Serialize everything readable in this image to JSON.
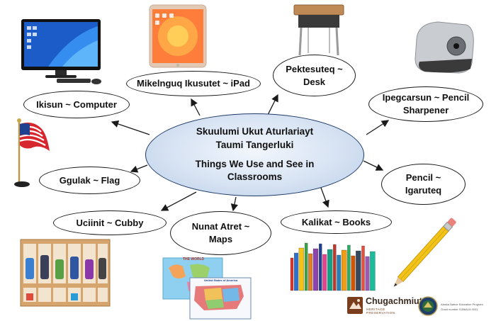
{
  "center": {
    "line1": "Skuulumi Ukut Aturlariayt",
    "line2": "Taumi Tangerluki",
    "line3": "Things We Use and See in",
    "line4": "Classrooms"
  },
  "items": {
    "ipad": "Mikelnguq Ikusutet ~ iPad",
    "desk_1": "Pektesuteq ~",
    "desk_2": "Desk",
    "computer": "Ikisun ~ Computer",
    "sharpener_1": "Ipegcarsun ~ Pencil",
    "sharpener_2": "Sharpener",
    "flag": "Ggulak ~ Flag",
    "pencil_1": "Pencil ~",
    "pencil_2": "Igaruteq",
    "cubby": "Uciinit ~ Cubby",
    "maps_1": "Nunat Atret ~",
    "maps_2": "Maps",
    "books": "Kalikat ~ Books"
  },
  "logos": {
    "chugachmiut": "Chugachmiut",
    "chugachmiut_sub": "HERITAGE PRESERVATION",
    "ane_line1": "Alaska Native Education Program",
    "ane_line2": "Grant number S356A19-0031"
  },
  "map_labels": {
    "world": "THE WORLD",
    "usa": "United States of America"
  },
  "colors": {
    "center_fill": "#cfdcf0",
    "border": "#1a1a1a",
    "chugachmiut_brown": "#7a3e1d"
  }
}
